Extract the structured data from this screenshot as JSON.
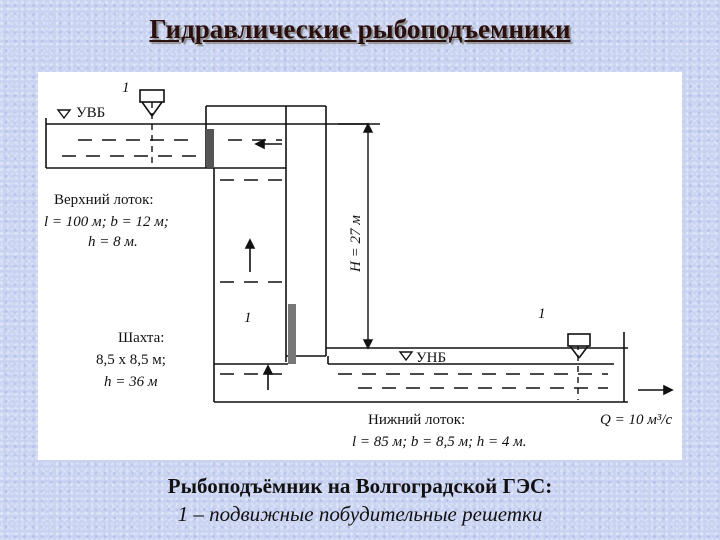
{
  "title": "Гидравлические рыбоподъемники",
  "diagram": {
    "label_upper_level": "УВБ",
    "label_lower_level": "УНБ",
    "label_marker_1": "1",
    "label_height": "H = 27 м",
    "upper_tray": {
      "title": "Верхний лоток:",
      "line1": "l = 100 м;  b = 12 м;",
      "line2": "h = 8 м."
    },
    "shaft": {
      "title": "Шахта:",
      "line1": "8,5 x 8,5 м;",
      "line2": "h = 36 м"
    },
    "lower_tray": {
      "title": "Нижний лоток:",
      "line1": "l = 85 м; b = 8,5 м; h = 4 м."
    },
    "flow_label": "Q = 10 м³/с"
  },
  "caption": {
    "line1": "Рыбоподъёмник на Волгоградской ГЭС:",
    "line2": "1 – подвижные побудительные решетки"
  }
}
